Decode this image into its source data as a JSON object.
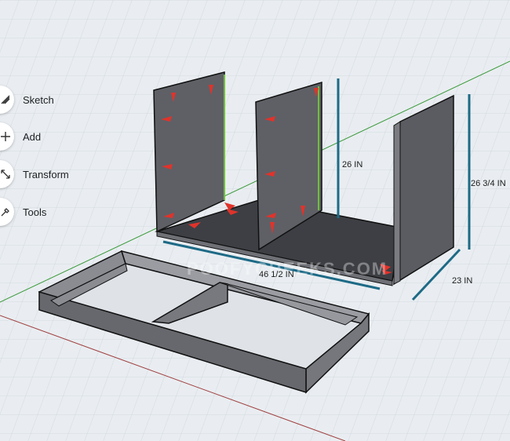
{
  "toolbar": {
    "items": [
      {
        "label": "Sketch",
        "icon": "pencil-icon"
      },
      {
        "label": "Add",
        "icon": "plus-icon"
      },
      {
        "label": "Transform",
        "icon": "transform-icon"
      },
      {
        "label": "Tools",
        "icon": "tools-icon"
      }
    ]
  },
  "dimensions": {
    "inner_height": "26 IN",
    "outer_height": "26 3/4 IN",
    "width": "46 1/2 IN",
    "depth": "23 IN"
  },
  "watermark": "POOFYCHEEKS.COM",
  "colors": {
    "grid_background": "#e9edf1",
    "panel": "#5e6066",
    "panel_edge": "#6b6e74",
    "frame_top": "#8f9197",
    "dimension_line": "#1d6a86",
    "arrow": "#e0332b",
    "green_axis": "#3a9a3a",
    "red_axis": "#a04040"
  }
}
